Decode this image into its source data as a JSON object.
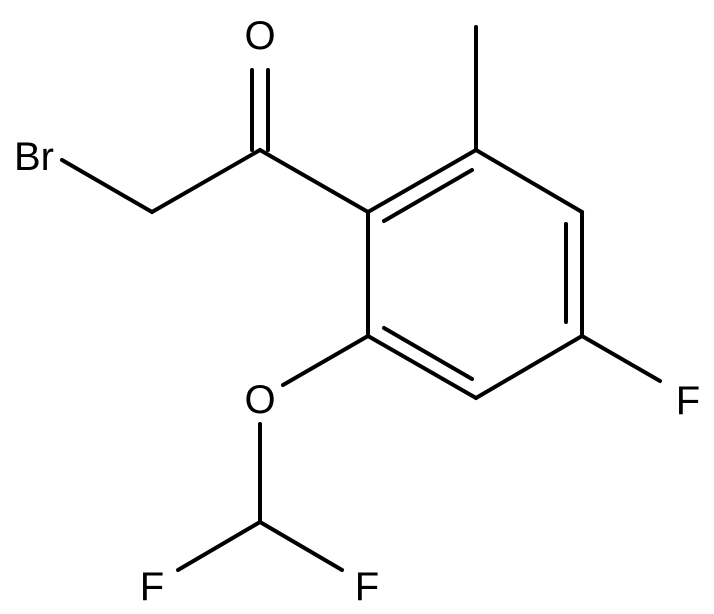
{
  "molecule": {
    "atoms": [
      {
        "id": "O1",
        "label": "O"
      },
      {
        "id": "Br",
        "label": "Br"
      },
      {
        "id": "O2",
        "label": "O"
      },
      {
        "id": "F1",
        "label": "F"
      },
      {
        "id": "F2",
        "label": "F"
      },
      {
        "id": "F3",
        "label": "F"
      }
    ]
  },
  "colors": {
    "bond": "#000000",
    "text": "#000000",
    "background": "#ffffff"
  }
}
